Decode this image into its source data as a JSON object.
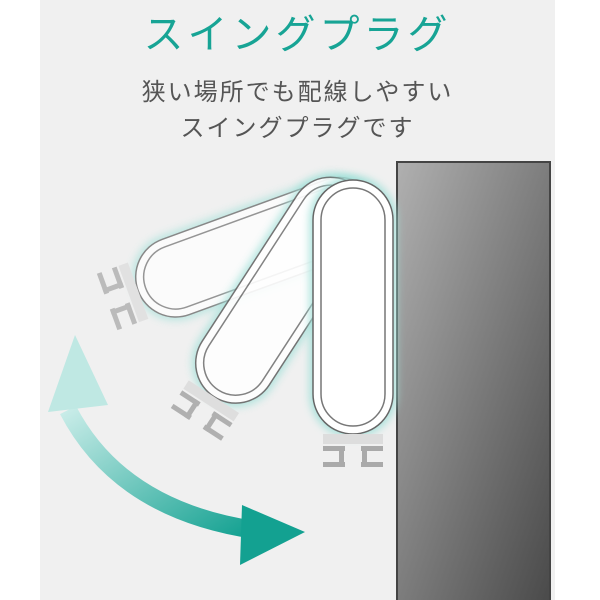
{
  "title": "スイングプラグ",
  "subtitle": [
    "狭い場所でも配線しやすい",
    "スイングプラグです"
  ],
  "colors": {
    "accent": "#17a495",
    "background": "#f0f0f0",
    "wall": "#808080"
  },
  "icons": [
    "swing-arrow-icon",
    "plug-icon"
  ]
}
